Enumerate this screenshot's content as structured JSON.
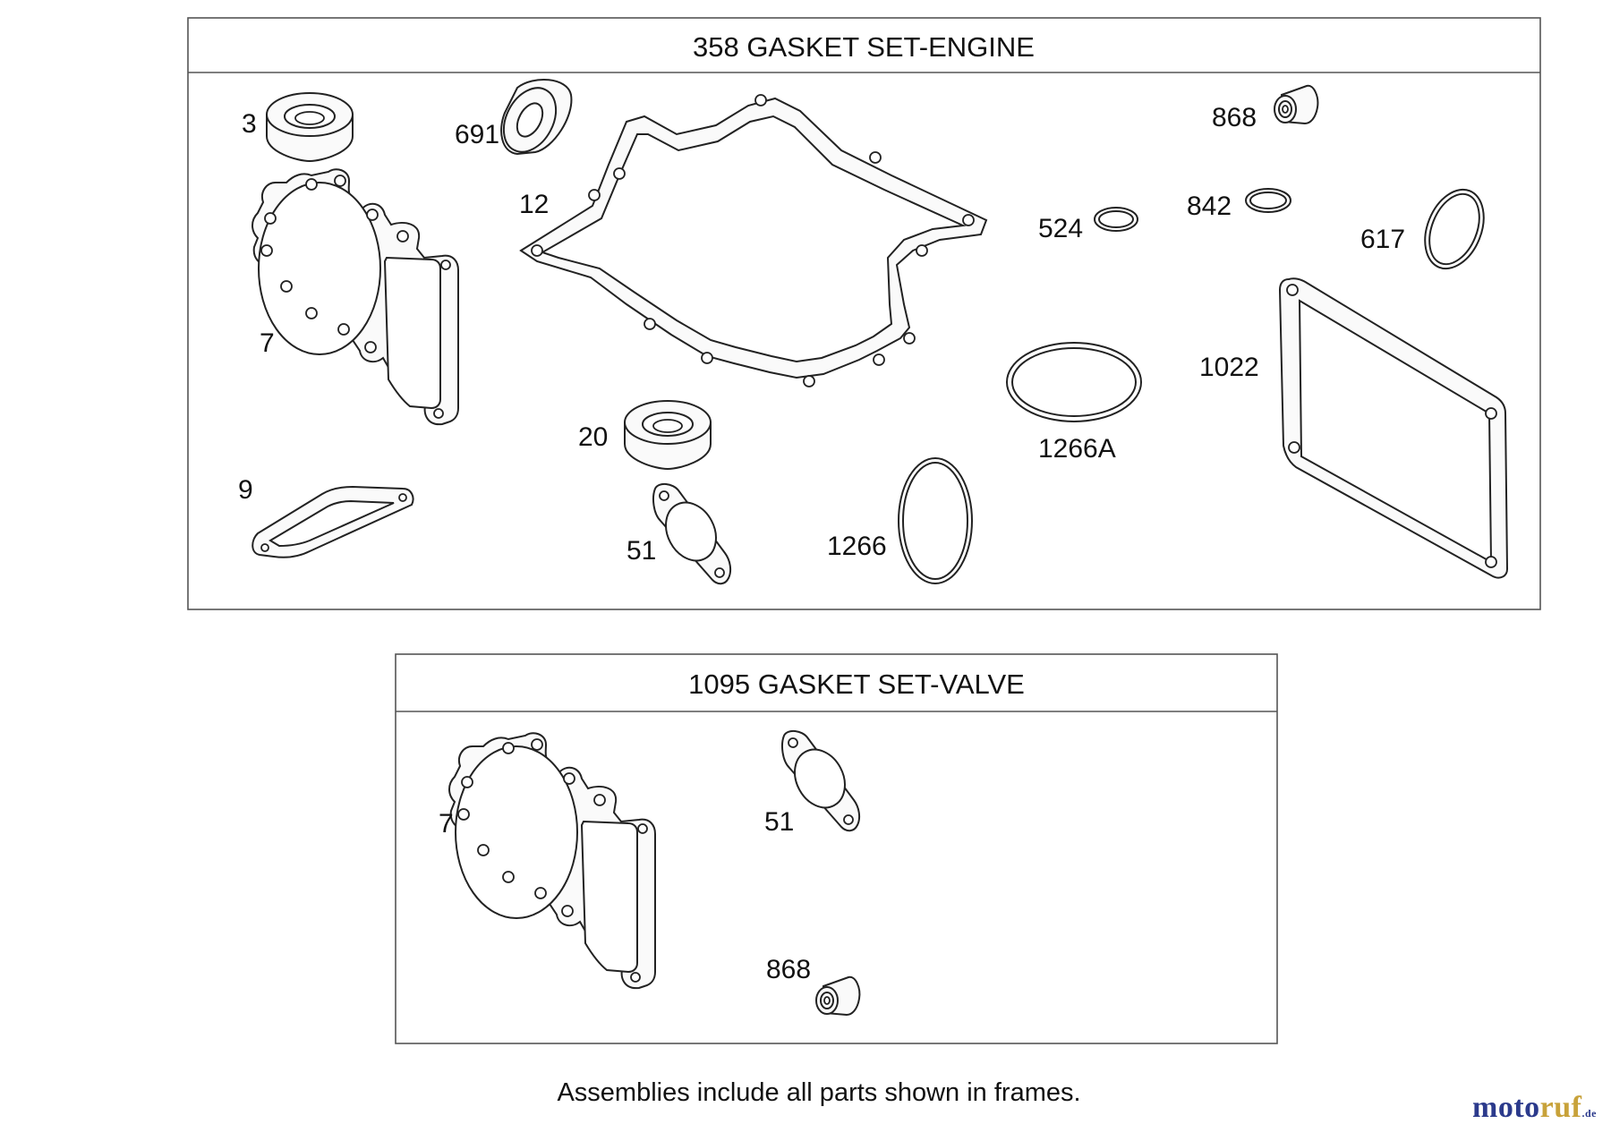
{
  "frames": {
    "engine": {
      "title": "358 GASKET SET-ENGINE"
    },
    "valve": {
      "title": "1095 GASKET SET-VALVE"
    }
  },
  "engine_labels": {
    "p3": "3",
    "p691": "691",
    "p868": "868",
    "p12": "12",
    "p524": "524",
    "p842": "842",
    "p617": "617",
    "p7": "7",
    "p1022": "1022",
    "p1266A": "1266A",
    "p20": "20",
    "p9": "9",
    "p51": "51",
    "p1266": "1266"
  },
  "valve_labels": {
    "p7": "7",
    "p51": "51",
    "p868": "868"
  },
  "note": "Assemblies include all parts shown in frames.",
  "watermark": {
    "part1": "moto",
    "part2": "ruf",
    "part3": ".de"
  }
}
